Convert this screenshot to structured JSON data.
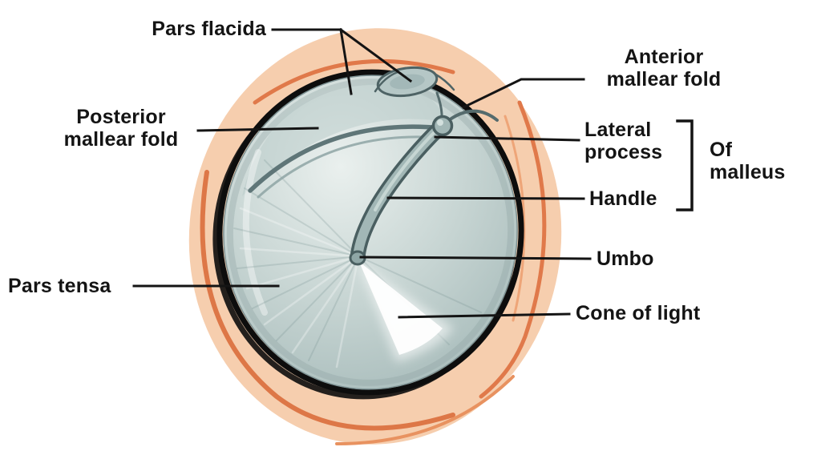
{
  "labels": {
    "pars_flacida": "Pars flacida",
    "anterior_mallear_fold": "Anterior\nmallear fold",
    "posterior_mallear_fold": "Posterior\nmallear fold",
    "lateral_process": "Lateral\nprocess",
    "of_malleus": "Of\nmalleus",
    "handle": "Handle",
    "umbo": "Umbo",
    "cone_of_light": "Cone of light",
    "pars_tensa": "Pars tensa"
  },
  "colors": {
    "background": "#ffffff",
    "label_text": "#141414",
    "leader_line": "#141414",
    "membrane": "#c6d4d2",
    "membrane_highlight": "#eaf0ee",
    "malleus": "#a2b7b6",
    "malleus_outline": "#4a5f61",
    "rim": "#0d0d0d",
    "skin": "#f6ceae",
    "skin_outline": "#e0794a",
    "cone_of_light": "#ffffff"
  }
}
